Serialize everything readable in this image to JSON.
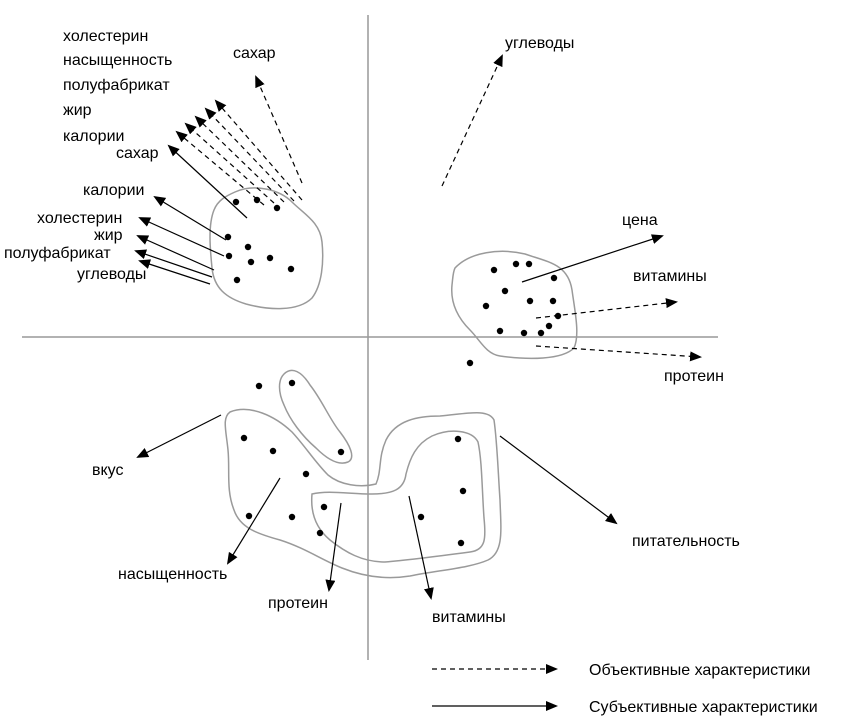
{
  "labels": {
    "stack1": "холестерин",
    "stack2": "насыщенность",
    "stack3": "полуфабрикат",
    "stack4": "жир",
    "stack5": "калории",
    "sugar_obj": "сахар",
    "sugar_subj": "сахар",
    "calories_subj": "калории",
    "cholesterol_subj": "холестерин",
    "fat_subj": "жир",
    "semifinished_subj": "полуфабрикат",
    "carbs_subj": "углеводы",
    "carbs_obj": "углеводы",
    "price": "цена",
    "vitamins_obj": "витамины",
    "protein_obj": "протеин",
    "taste": "вкус",
    "satiety": "насыщенность",
    "protein_subj": "протеин",
    "vitamins_subj": "витамины",
    "nutrition": "питательность"
  },
  "legend": {
    "objective": "Объективные характеристики",
    "subjective": "Субъективные характеристики"
  }
}
